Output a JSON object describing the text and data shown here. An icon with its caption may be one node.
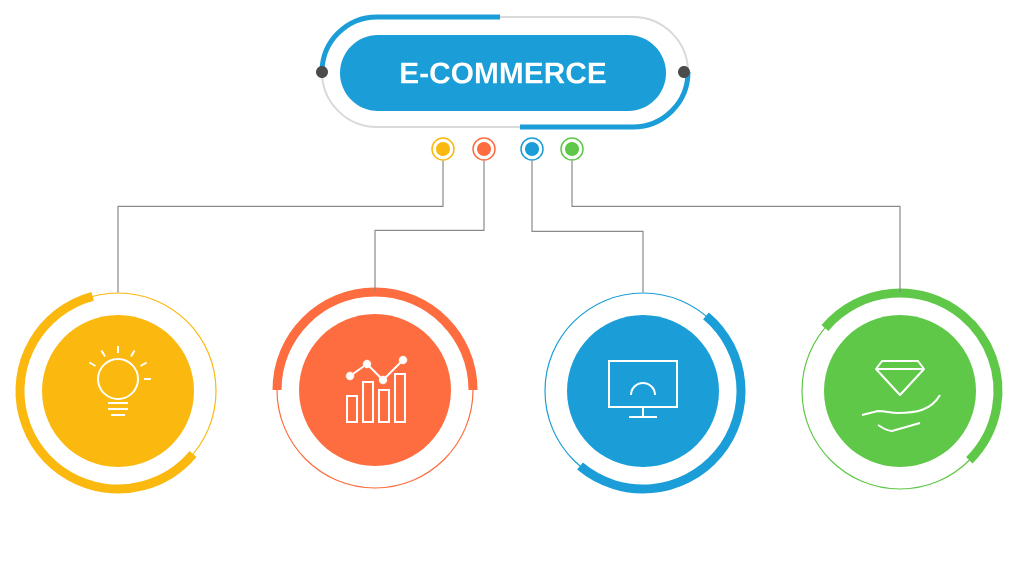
{
  "diagram": {
    "nodes": [
      {
        "text": [
          "E-COMMERCE"
        ]
      },
      {
        "text": [],
        "shape": "circle"
      },
      {
        "text": [],
        "shape": "circle"
      },
      {
        "text": [],
        "shape": "circle"
      },
      {
        "text": [],
        "shape": "circle"
      },
      {
        "text": [],
        "shape": "circle"
      },
      {
        "text": [],
        "shape": "circle"
      },
      {
        "text": [],
        "shape": "circle"
      },
      {
        "text": [],
        "shape": "circle"
      }
    ],
    "edges": [
      {
        "from": 1,
        "to": 5,
        "arrow": "none"
      },
      {
        "from": 2,
        "to": 6,
        "arrow": "none"
      },
      {
        "from": 3,
        "to": 7,
        "arrow": "none"
      },
      {
        "from": 4,
        "to": 8,
        "arrow": "none"
      }
    ]
  }
}
